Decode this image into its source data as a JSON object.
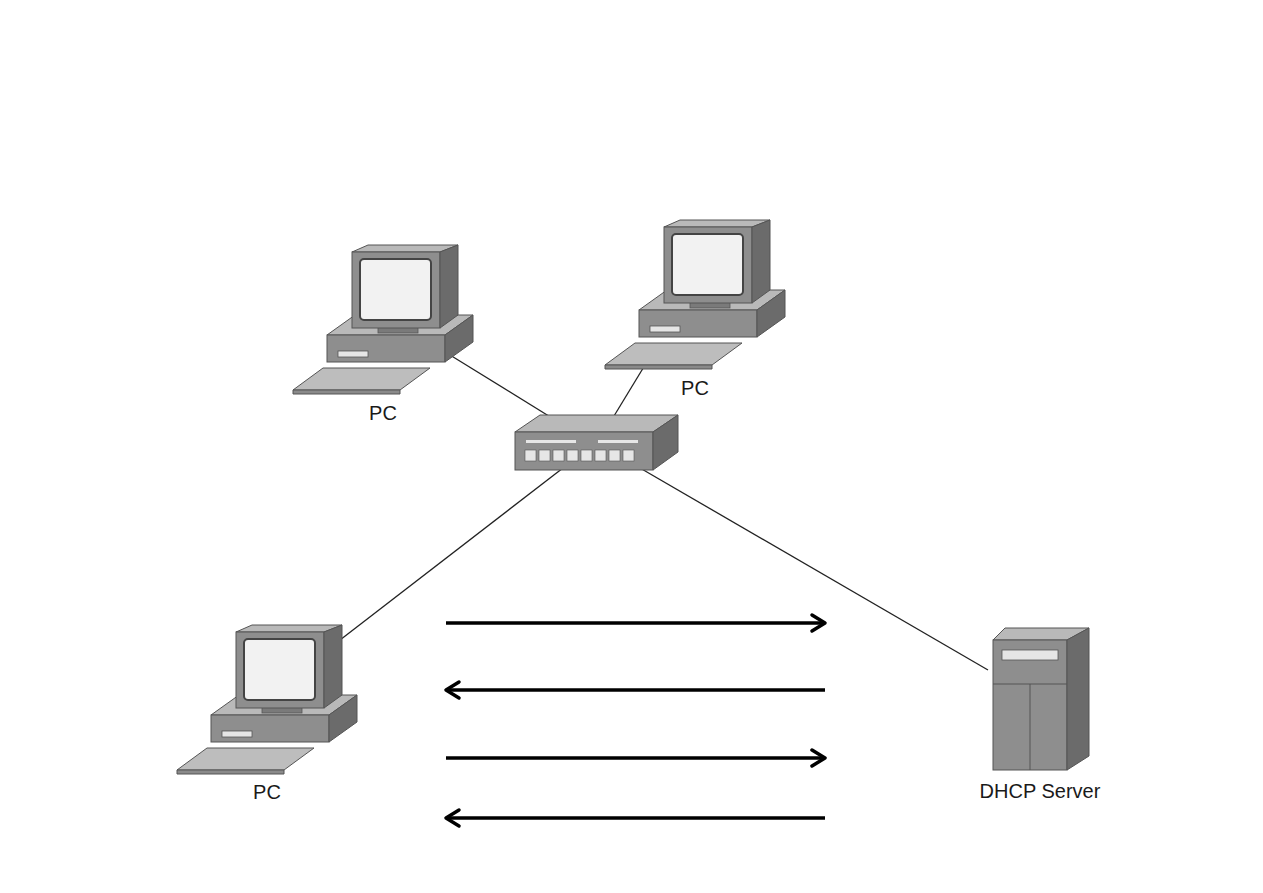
{
  "diagram": {
    "nodes": [
      {
        "text": [
          "PC"
        ]
      },
      {
        "text": [
          "PC"
        ]
      },
      {
        "text": [
          "PC"
        ]
      },
      {
        "text": [
          "DHCP Server"
        ]
      }
    ],
    "edges": [
      {
        "from": 2,
        "to": 3,
        "arrow": "to"
      },
      {
        "from": 3,
        "to": 2,
        "arrow": "to"
      },
      {
        "from": 2,
        "to": 3,
        "arrow": "to"
      },
      {
        "from": 3,
        "to": 2,
        "arrow": "to"
      }
    ]
  }
}
